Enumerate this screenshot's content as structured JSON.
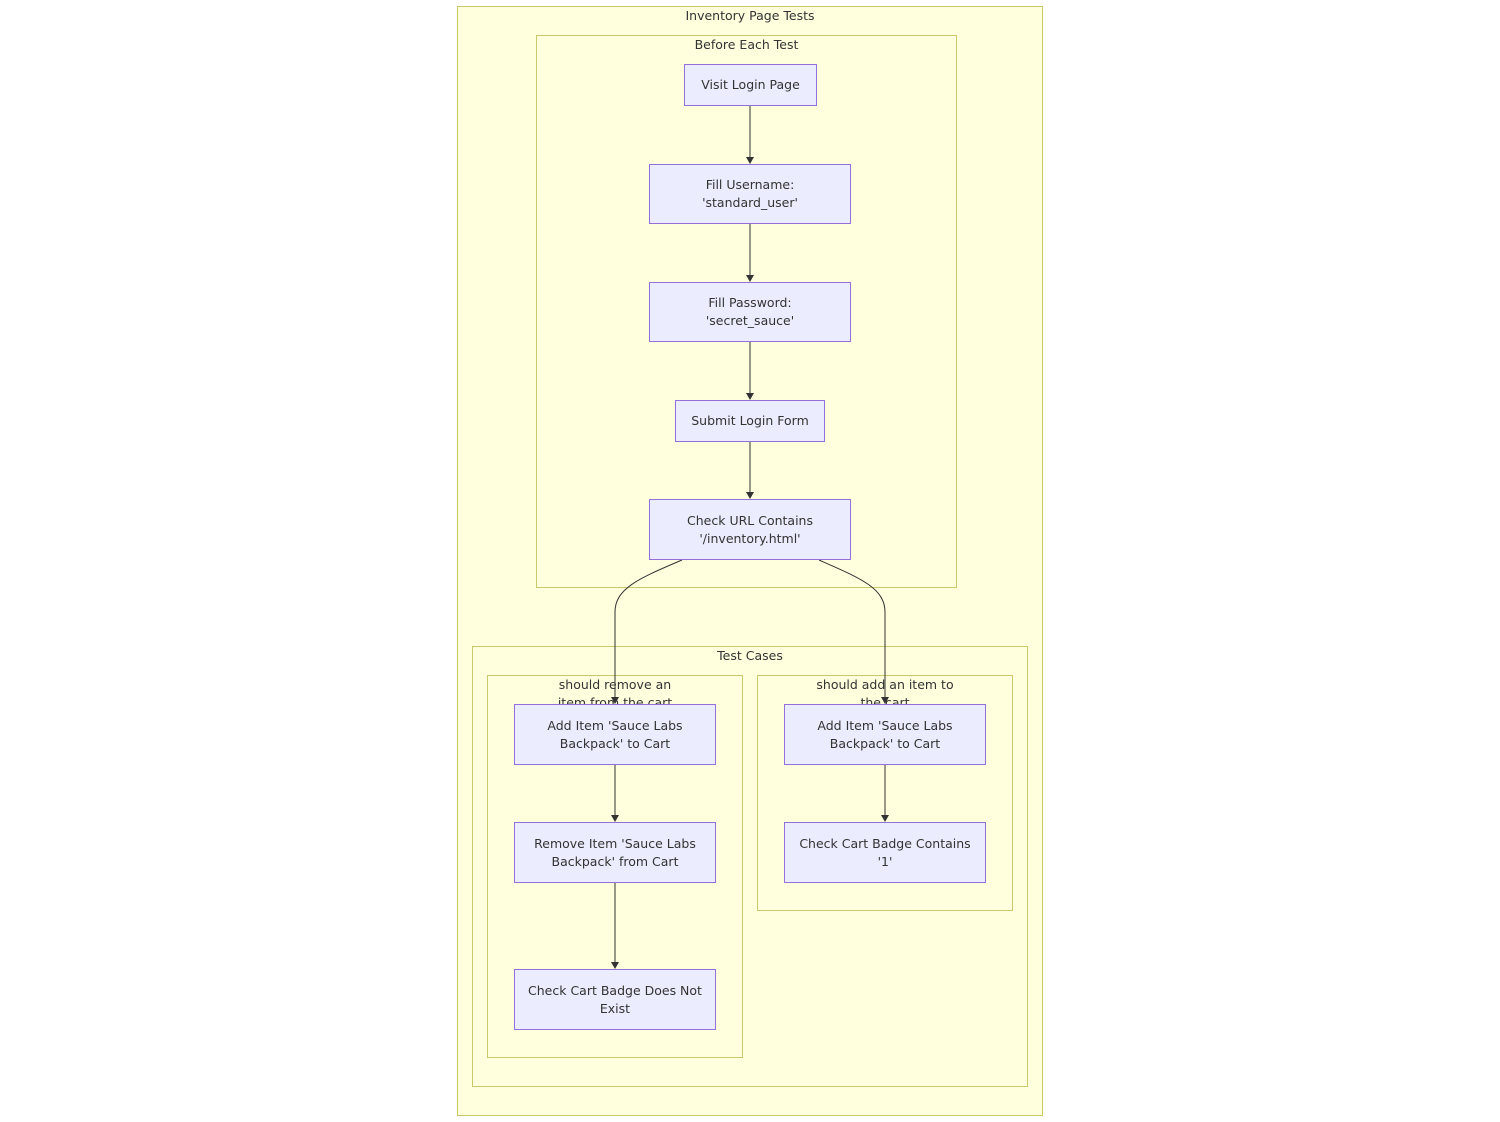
{
  "clusters": {
    "inventory": {
      "title": "Inventory Page Tests"
    },
    "before_each": {
      "title": "Before Each Test"
    },
    "test_cases": {
      "title": "Test Cases"
    },
    "remove_case": {
      "title": "should remove an item from the cart"
    },
    "add_case": {
      "title": "should add an item to the cart"
    }
  },
  "nodes": {
    "visit_login": {
      "lines": [
        "Visit Login Page"
      ]
    },
    "fill_username": {
      "lines": [
        "Fill Username:",
        "'standard_user'"
      ]
    },
    "fill_password": {
      "lines": [
        "Fill Password:",
        "'secret_sauce'"
      ]
    },
    "submit_login": {
      "lines": [
        "Submit Login Form"
      ]
    },
    "check_url": {
      "lines": [
        "Check URL Contains",
        "'/inventory.html'"
      ]
    },
    "remove_add_item": {
      "lines": [
        "Add Item 'Sauce Labs",
        "Backpack' to Cart"
      ]
    },
    "remove_item": {
      "lines": [
        "Remove Item 'Sauce Labs",
        "Backpack' from Cart"
      ]
    },
    "check_badge_not_exist": {
      "lines": [
        "Check Cart Badge Does Not",
        "Exist"
      ]
    },
    "add_add_item": {
      "lines": [
        "Add Item 'Sauce Labs",
        "Backpack' to Cart"
      ]
    },
    "check_badge_contains": {
      "lines": [
        "Check Cart Badge Contains",
        "'1'"
      ]
    }
  },
  "colors": {
    "cluster_fill": "#ffffde",
    "cluster_border": "#c9c96a",
    "node_fill": "#ececff",
    "node_border": "#9370db",
    "edge": "#333333"
  }
}
